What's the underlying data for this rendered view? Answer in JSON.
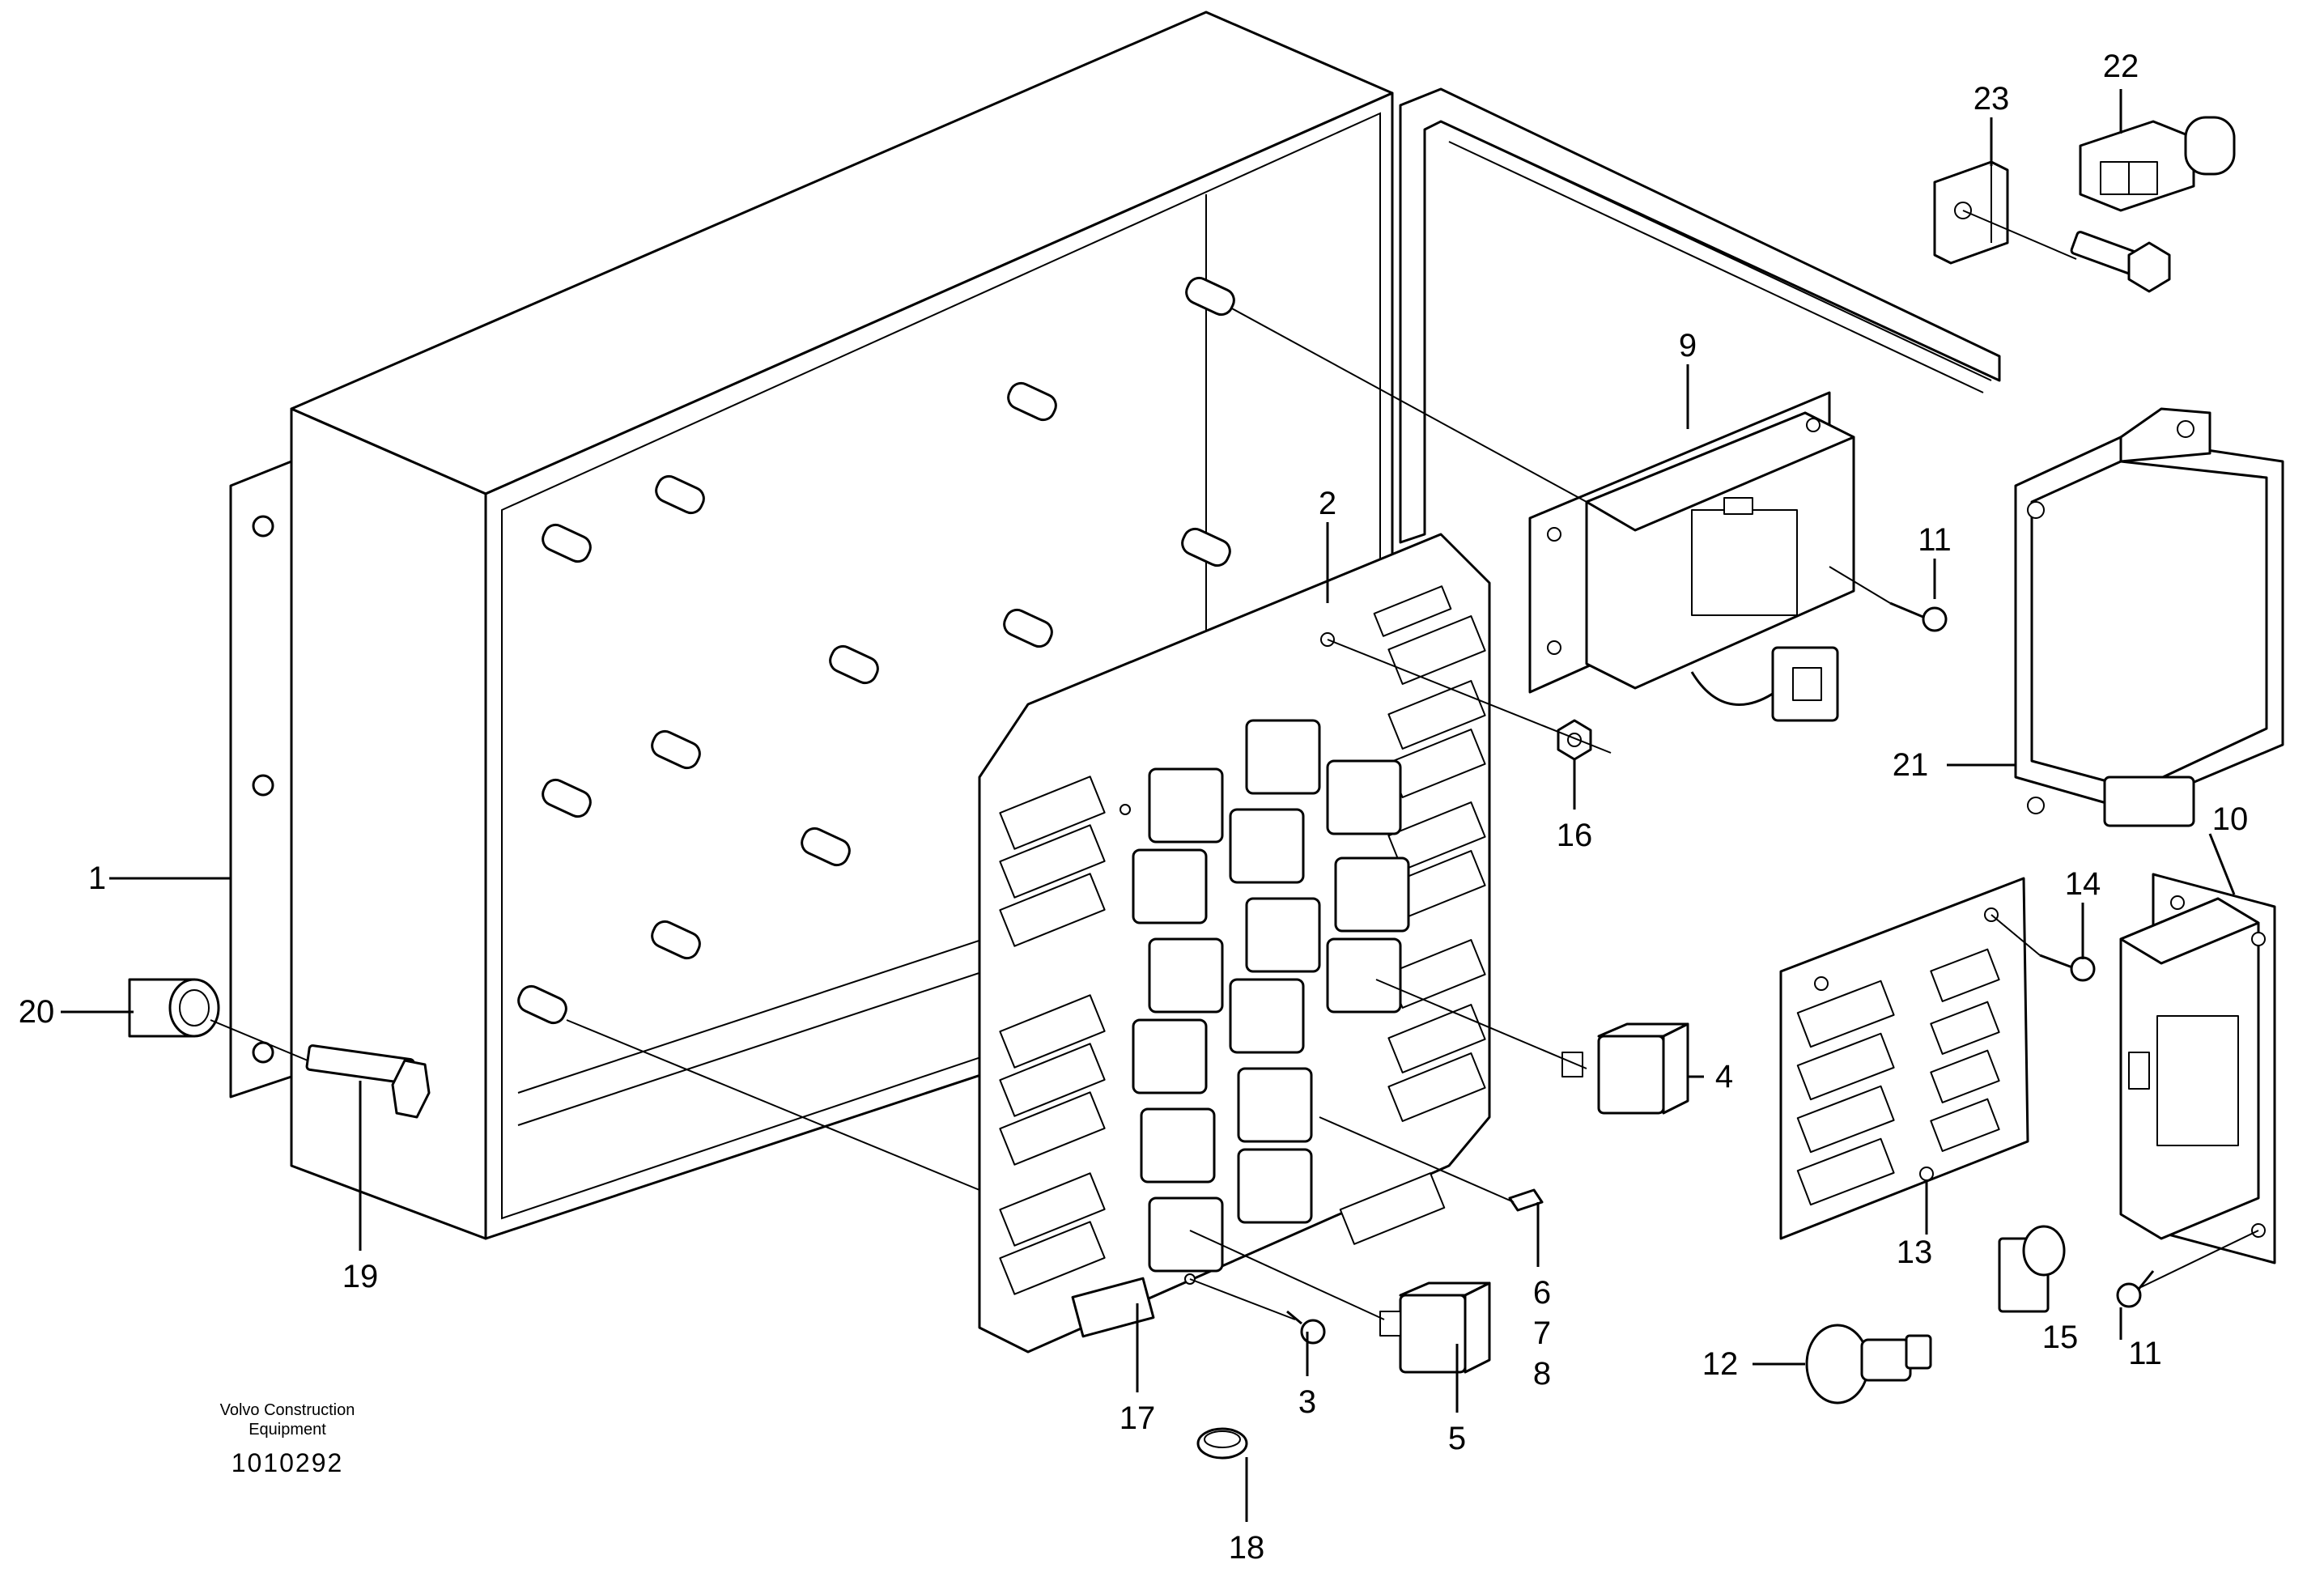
{
  "labels": [
    {
      "id": "1",
      "text": "1"
    },
    {
      "id": "2",
      "text": "2"
    },
    {
      "id": "3",
      "text": "3"
    },
    {
      "id": "4",
      "text": "4"
    },
    {
      "id": "5",
      "text": "5"
    },
    {
      "id": "6",
      "text": "6"
    },
    {
      "id": "7",
      "text": "7"
    },
    {
      "id": "8",
      "text": "8"
    },
    {
      "id": "9",
      "text": "9"
    },
    {
      "id": "10",
      "text": "10"
    },
    {
      "id": "11a",
      "text": "11"
    },
    {
      "id": "11b",
      "text": "11"
    },
    {
      "id": "12",
      "text": "12"
    },
    {
      "id": "13",
      "text": "13"
    },
    {
      "id": "14",
      "text": "14"
    },
    {
      "id": "15",
      "text": "15"
    },
    {
      "id": "16",
      "text": "16"
    },
    {
      "id": "17",
      "text": "17"
    },
    {
      "id": "18",
      "text": "18"
    },
    {
      "id": "19",
      "text": "19"
    },
    {
      "id": "20",
      "text": "20"
    },
    {
      "id": "21",
      "text": "21"
    },
    {
      "id": "22",
      "text": "22"
    },
    {
      "id": "23",
      "text": "23"
    }
  ],
  "footer": {
    "manufacturer_line1": "Volvo Construction",
    "manufacturer_line2": "Equipment",
    "drawing_number": "1010292"
  }
}
